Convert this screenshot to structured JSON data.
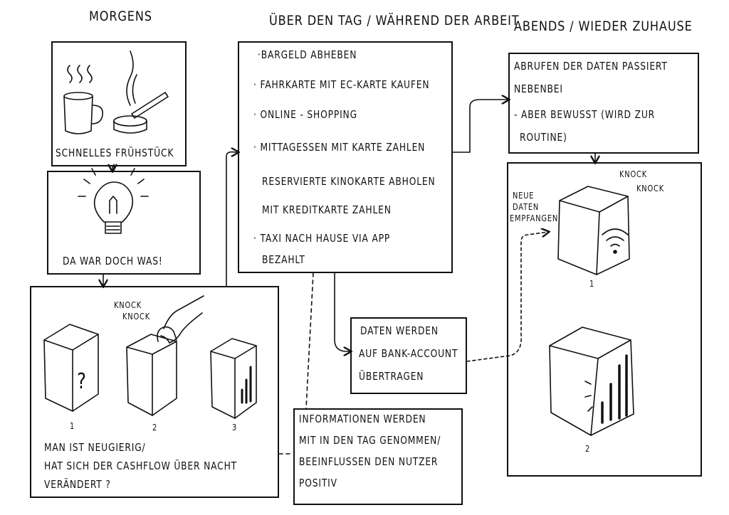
{
  "headings": {
    "morning": "Morgens",
    "day": "Über den Tag / während der Arbeit",
    "evening": "Abends / wieder zuhause"
  },
  "morning": {
    "breakfast_caption": "Schnelles Frühstück",
    "idea_caption": "Da war doch was!",
    "knock": [
      "Knock",
      "Knock"
    ],
    "box_labels": [
      "1",
      "2",
      "3"
    ],
    "question_mark": "?",
    "question_text": [
      "Man ist neugierig/",
      "hat sich der Cashflow über Nacht",
      "verändert ?"
    ]
  },
  "day": {
    "activities": [
      "·Bargeld abheben",
      "· Fahrkarte mit EC-Karte kaufen",
      "· Online - Shopping",
      "· Mittagessen mit Karte zahlen",
      "Reservierte Kinokarte abholen",
      "mit Kreditkarte zahlen",
      "· Taxi nach Hause via App",
      "bezahlt"
    ],
    "transfer": [
      "Daten werden",
      "auf Bank-Account",
      "übertragen"
    ],
    "info": [
      "Informationen werden",
      "mit in den Tag genommen/",
      "beeinflussen den Nutzer",
      "positiv"
    ]
  },
  "evening": {
    "retrieve": [
      "Abrufen der Daten passiert",
      "nebenbei",
      "- aber bewusst (wird zur",
      "routine)"
    ],
    "knock": [
      "Knock",
      "Knock"
    ],
    "new_data": [
      "Neue",
      "Daten",
      "empfangen"
    ],
    "box_labels": [
      "1",
      "2"
    ]
  }
}
